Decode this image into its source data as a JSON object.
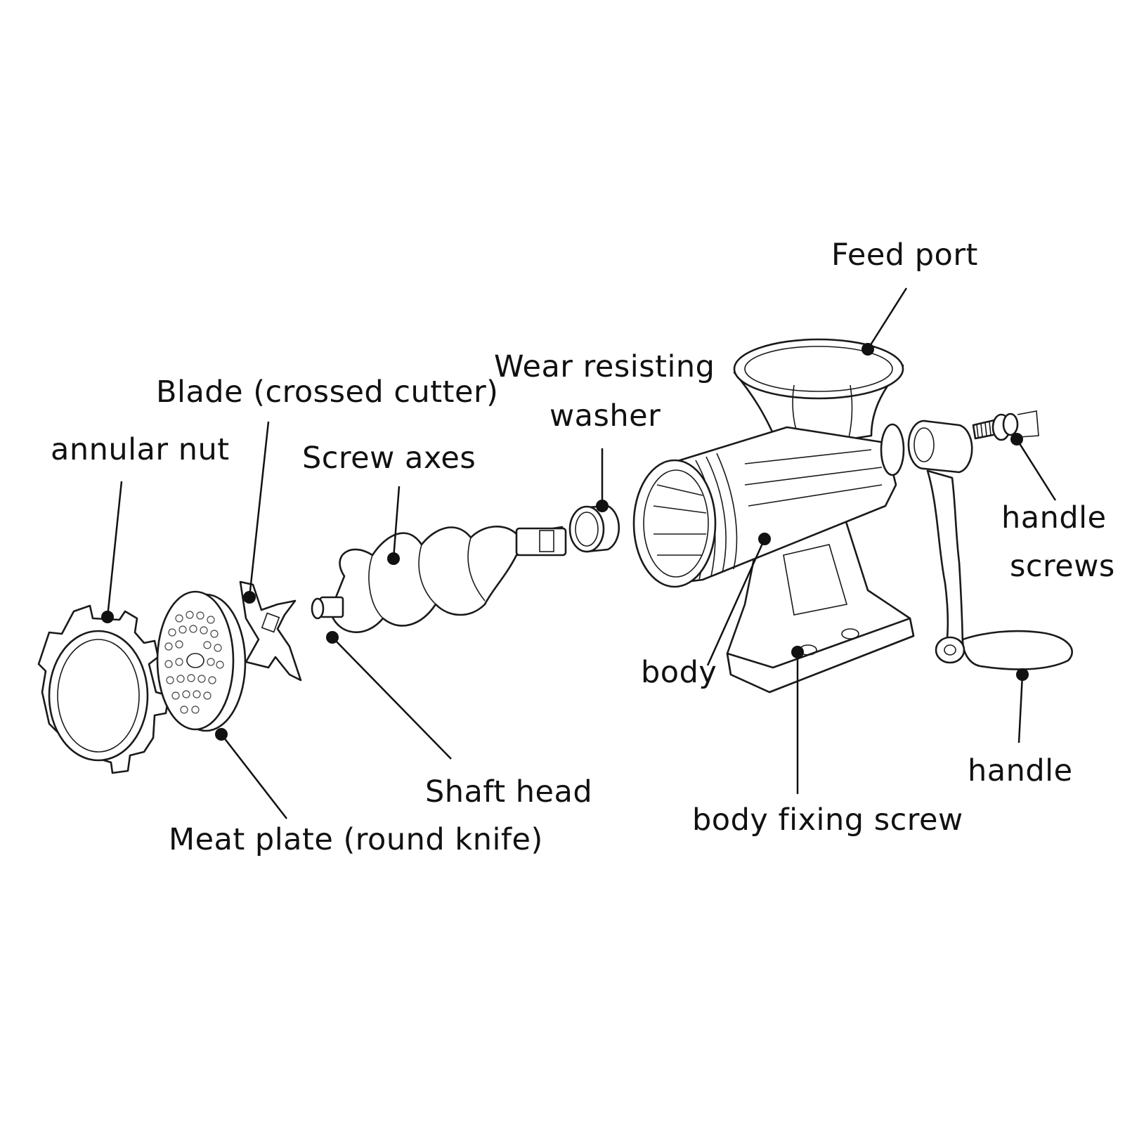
{
  "labels": {
    "feed_port": "Feed port",
    "wear_washer_line1": "Wear resisting",
    "wear_washer_line2": "washer",
    "blade": "Blade (crossed cutter)",
    "annular_nut": "annular nut",
    "screw_axes": "Screw axes",
    "handle_screws_line1": "handle",
    "handle_screws_line2": "screws",
    "body": "body",
    "shaft_head": "Shaft head",
    "meat_plate": "Meat plate (round knife)",
    "handle": "handle",
    "body_fixing_screw": "body fixing screw"
  },
  "colors": {
    "ink": "#111111",
    "background": "#ffffff"
  }
}
